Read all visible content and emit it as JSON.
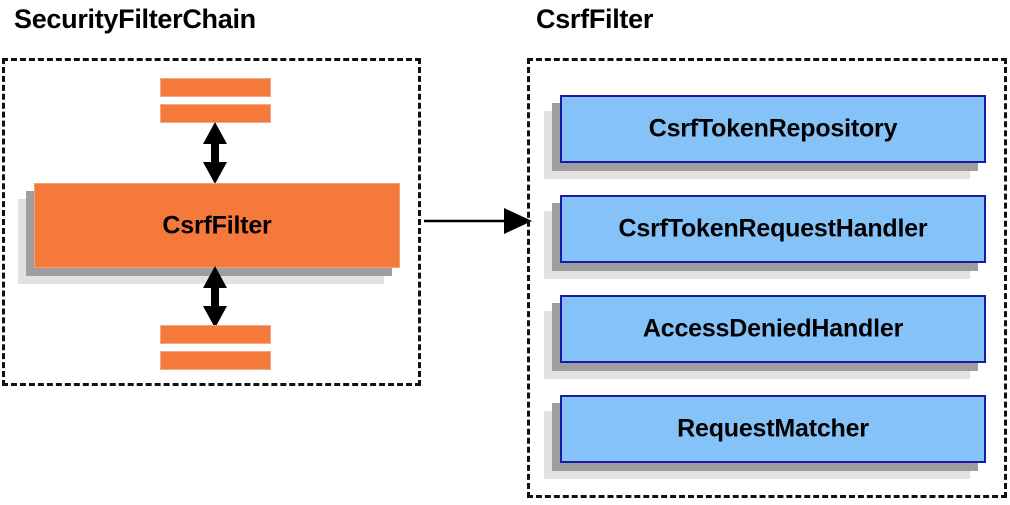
{
  "diagram": {
    "background_color": "#ffffff",
    "panels": [
      {
        "id": "security-filter-chain",
        "title": "SecurityFilterChain",
        "border_style": "dashed",
        "border_color": "#111111",
        "bars": [
          {
            "name": "filter-bar-top-1"
          },
          {
            "name": "filter-bar-top-2"
          },
          {
            "name": "filter-bar-bottom-1"
          },
          {
            "name": "filter-bar-bottom-2"
          }
        ],
        "boxes": [
          {
            "label": "CsrfFilter",
            "fill_color": "#F4793B",
            "border_color": "#F0A07A",
            "text_color": "#000000"
          }
        ],
        "arrows": [
          {
            "name": "double-arrow-up",
            "direction": "vertical-bidirectional"
          },
          {
            "name": "double-arrow-down",
            "direction": "vertical-bidirectional"
          }
        ]
      },
      {
        "id": "csrf-filter",
        "title": "CsrfFilter",
        "border_style": "dashed",
        "border_color": "#111111",
        "boxes": [
          {
            "label": "CsrfTokenRepository",
            "fill_color": "#85C2F8",
            "border_color": "#1A1AA8",
            "text_color": "#000000"
          },
          {
            "label": "CsrfTokenRequestHandler",
            "fill_color": "#85C2F8",
            "border_color": "#1A1AA8",
            "text_color": "#000000"
          },
          {
            "label": "AccessDeniedHandler",
            "fill_color": "#85C2F8",
            "border_color": "#1A1AA8",
            "text_color": "#000000"
          },
          {
            "label": "RequestMatcher",
            "fill_color": "#85C2F8",
            "border_color": "#1A1AA8",
            "text_color": "#000000"
          }
        ]
      }
    ],
    "connector": {
      "name": "panel-connector-arrow",
      "from": "security-filter-chain",
      "to": "csrf-filter",
      "direction": "left-to-right",
      "color": "#000000"
    },
    "shadow": {
      "dark_color": "#9e9e9e",
      "light_color": "#e2e2e2"
    }
  }
}
